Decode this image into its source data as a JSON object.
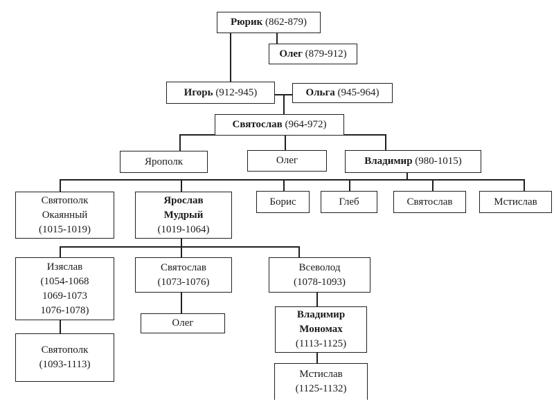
{
  "diagram": {
    "kind": "family-tree",
    "colors": {
      "background": "#ffffff",
      "line": "#1f1f1f",
      "text": "#1a1a1a",
      "box_fill": "#ffffff"
    }
  },
  "nodes": {
    "rurik": {
      "name": "Рюрик",
      "dates": "(862-879)"
    },
    "oleg_regent": {
      "name": "Олег",
      "dates": "(879-912)"
    },
    "igor": {
      "name": "Игорь",
      "dates": "(912-945)"
    },
    "olga": {
      "name": "Ольга",
      "dates": "(945-964)"
    },
    "svyatoslav": {
      "name": "Святослав",
      "dates": "(964-972)"
    },
    "yaropolk": {
      "name": "Ярополк"
    },
    "oleg2": {
      "name": "Олег"
    },
    "vladimir": {
      "name": "Владимир",
      "dates": "(980-1015)"
    },
    "svyatopolk_okayanny": {
      "name_line1": "Святополк",
      "name_line2": "Окаянный",
      "dates": "(1015-1019)"
    },
    "yaroslav_mudry": {
      "name_line1": "Ярослав",
      "name_line2": "Мудрый",
      "dates": "(1019-1064)"
    },
    "boris": {
      "name": "Борис"
    },
    "gleb": {
      "name": "Глеб"
    },
    "svyatoslav2": {
      "name": "Святослав"
    },
    "mstislav": {
      "name": "Мстислав"
    },
    "izyaslav": {
      "name": "Изяслав",
      "dates_line1": "(1054-1068",
      "dates_line2": "1069-1073",
      "dates_line3": "1076-1078)"
    },
    "svyatoslav3": {
      "name": "Святослав",
      "dates": "(1073-1076)"
    },
    "vsevolod": {
      "name": "Всеволод",
      "dates": "(1078-1093)"
    },
    "oleg3": {
      "name": "Олег"
    },
    "vladimir_monomakh": {
      "name_line1": "Владимир",
      "name_line2": "Мономах",
      "dates": "(1113-1125)"
    },
    "svyatopolk2": {
      "name": "Святополк",
      "dates": "(1093-1113)"
    },
    "mstislav2": {
      "name": "Мстислав",
      "dates": "(1125-1132)"
    }
  }
}
